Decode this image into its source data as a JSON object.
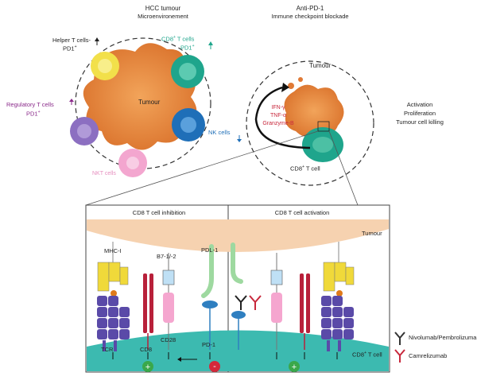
{
  "top_left": {
    "title": "HCC tumour",
    "subtitle": "Microenvironement",
    "tumour_label": "Tumour",
    "helper_label_1": "Helper T cells-",
    "helper_label_2": "PD1",
    "helper_sup": "+",
    "cd8_label_1": "CD8",
    "cd8_sup_1": "+",
    "cd8_label_1b": " T cells",
    "cd8_label_2": "PD1",
    "cd8_sup_2": "+",
    "treg_label_1": "Regulatory T cells",
    "treg_label_2": "PD1",
    "treg_sup": "+",
    "nk_label": "NK cells",
    "nkt_label": "NKT cells",
    "colors": {
      "helper": "#f2e04a",
      "cd8": "#1fa58c",
      "treg": "#8c6fc1",
      "nk": "#1f6fb8",
      "nkt": "#f3a6cf",
      "tumour": "#e8893a"
    }
  },
  "top_right": {
    "title": "Anti-PD-1",
    "subtitle": "Immune checkpoint blockade",
    "tumour_label": "Tumour",
    "ifn": "IFN-γ",
    "tnf": "TNF-α",
    "granzyme": "Granzyme-B",
    "cd8_cell": "CD8",
    "cd8_cell_sup": "+",
    "cd8_cell_rest": " T cell",
    "outcome_1": "Activation",
    "outcome_2": "Proliferation",
    "outcome_3": "Tumour cell killing"
  },
  "bottom": {
    "left_title": "CD8 T cell inhibition",
    "right_title": "CD8 T cell activation",
    "tumour_label": "Tumour",
    "mhc": "MHC-I",
    "b7": "B7-1/-2",
    "pdl1": "PDL-1",
    "tcr": "TCR",
    "cd8": "CD8",
    "cd28": "CD28",
    "pd1": "PD-1",
    "cd8_cell": "CD8",
    "cd8_cell_sup": "+",
    "cd8_cell_rest": " T cell"
  },
  "legend": {
    "nivolumab": "Nivolumab/Pembrolizumab",
    "camrelizumab": "Camrelizumab",
    "colors": {
      "nivolumab": "#333333",
      "camrelizumab": "#c8283c"
    }
  }
}
